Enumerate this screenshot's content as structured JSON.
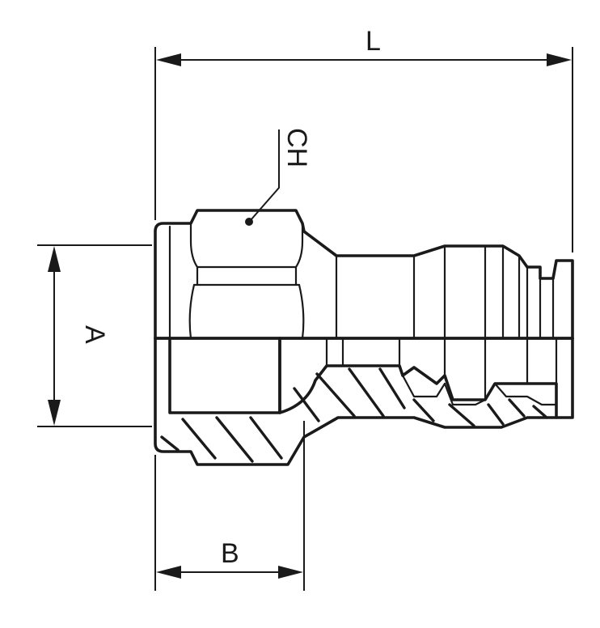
{
  "labels": {
    "L": "L",
    "CH": "CH",
    "A": "A",
    "B": "B"
  },
  "colors": {
    "line": "#1a1a1a",
    "background": "#ffffff"
  }
}
